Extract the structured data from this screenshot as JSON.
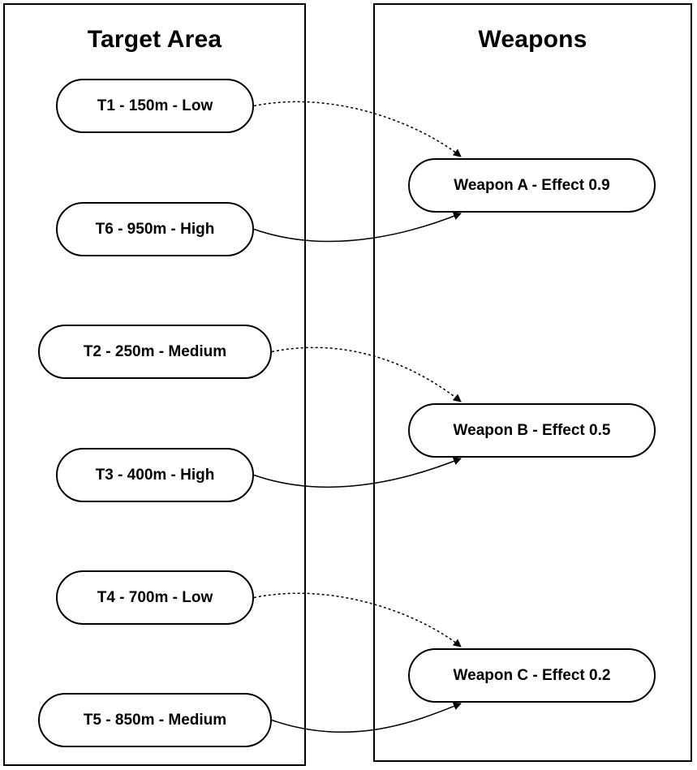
{
  "panels": {
    "left_title": "Target Area",
    "right_title": "Weapons"
  },
  "targets": [
    {
      "id": "T1",
      "label": "T1 - 150m - Low"
    },
    {
      "id": "T6",
      "label": "T6 - 950m - High"
    },
    {
      "id": "T2",
      "label": "T2 - 250m - Medium"
    },
    {
      "id": "T3",
      "label": "T3 - 400m - High"
    },
    {
      "id": "T4",
      "label": "T4 - 700m - Low"
    },
    {
      "id": "T5",
      "label": "T5 - 850m - Medium"
    }
  ],
  "weapons": [
    {
      "id": "A",
      "label": "Weapon A - Effect 0.9"
    },
    {
      "id": "B",
      "label": "Weapon B - Effect 0.5"
    },
    {
      "id": "C",
      "label": "Weapon C - Effect 0.2"
    }
  ],
  "links": [
    {
      "from": "T1",
      "to": "A",
      "style": "dotted"
    },
    {
      "from": "T6",
      "to": "A",
      "style": "solid"
    },
    {
      "from": "T2",
      "to": "B",
      "style": "dotted"
    },
    {
      "from": "T3",
      "to": "B",
      "style": "solid"
    },
    {
      "from": "T4",
      "to": "C",
      "style": "dotted"
    },
    {
      "from": "T5",
      "to": "C",
      "style": "solid"
    }
  ]
}
